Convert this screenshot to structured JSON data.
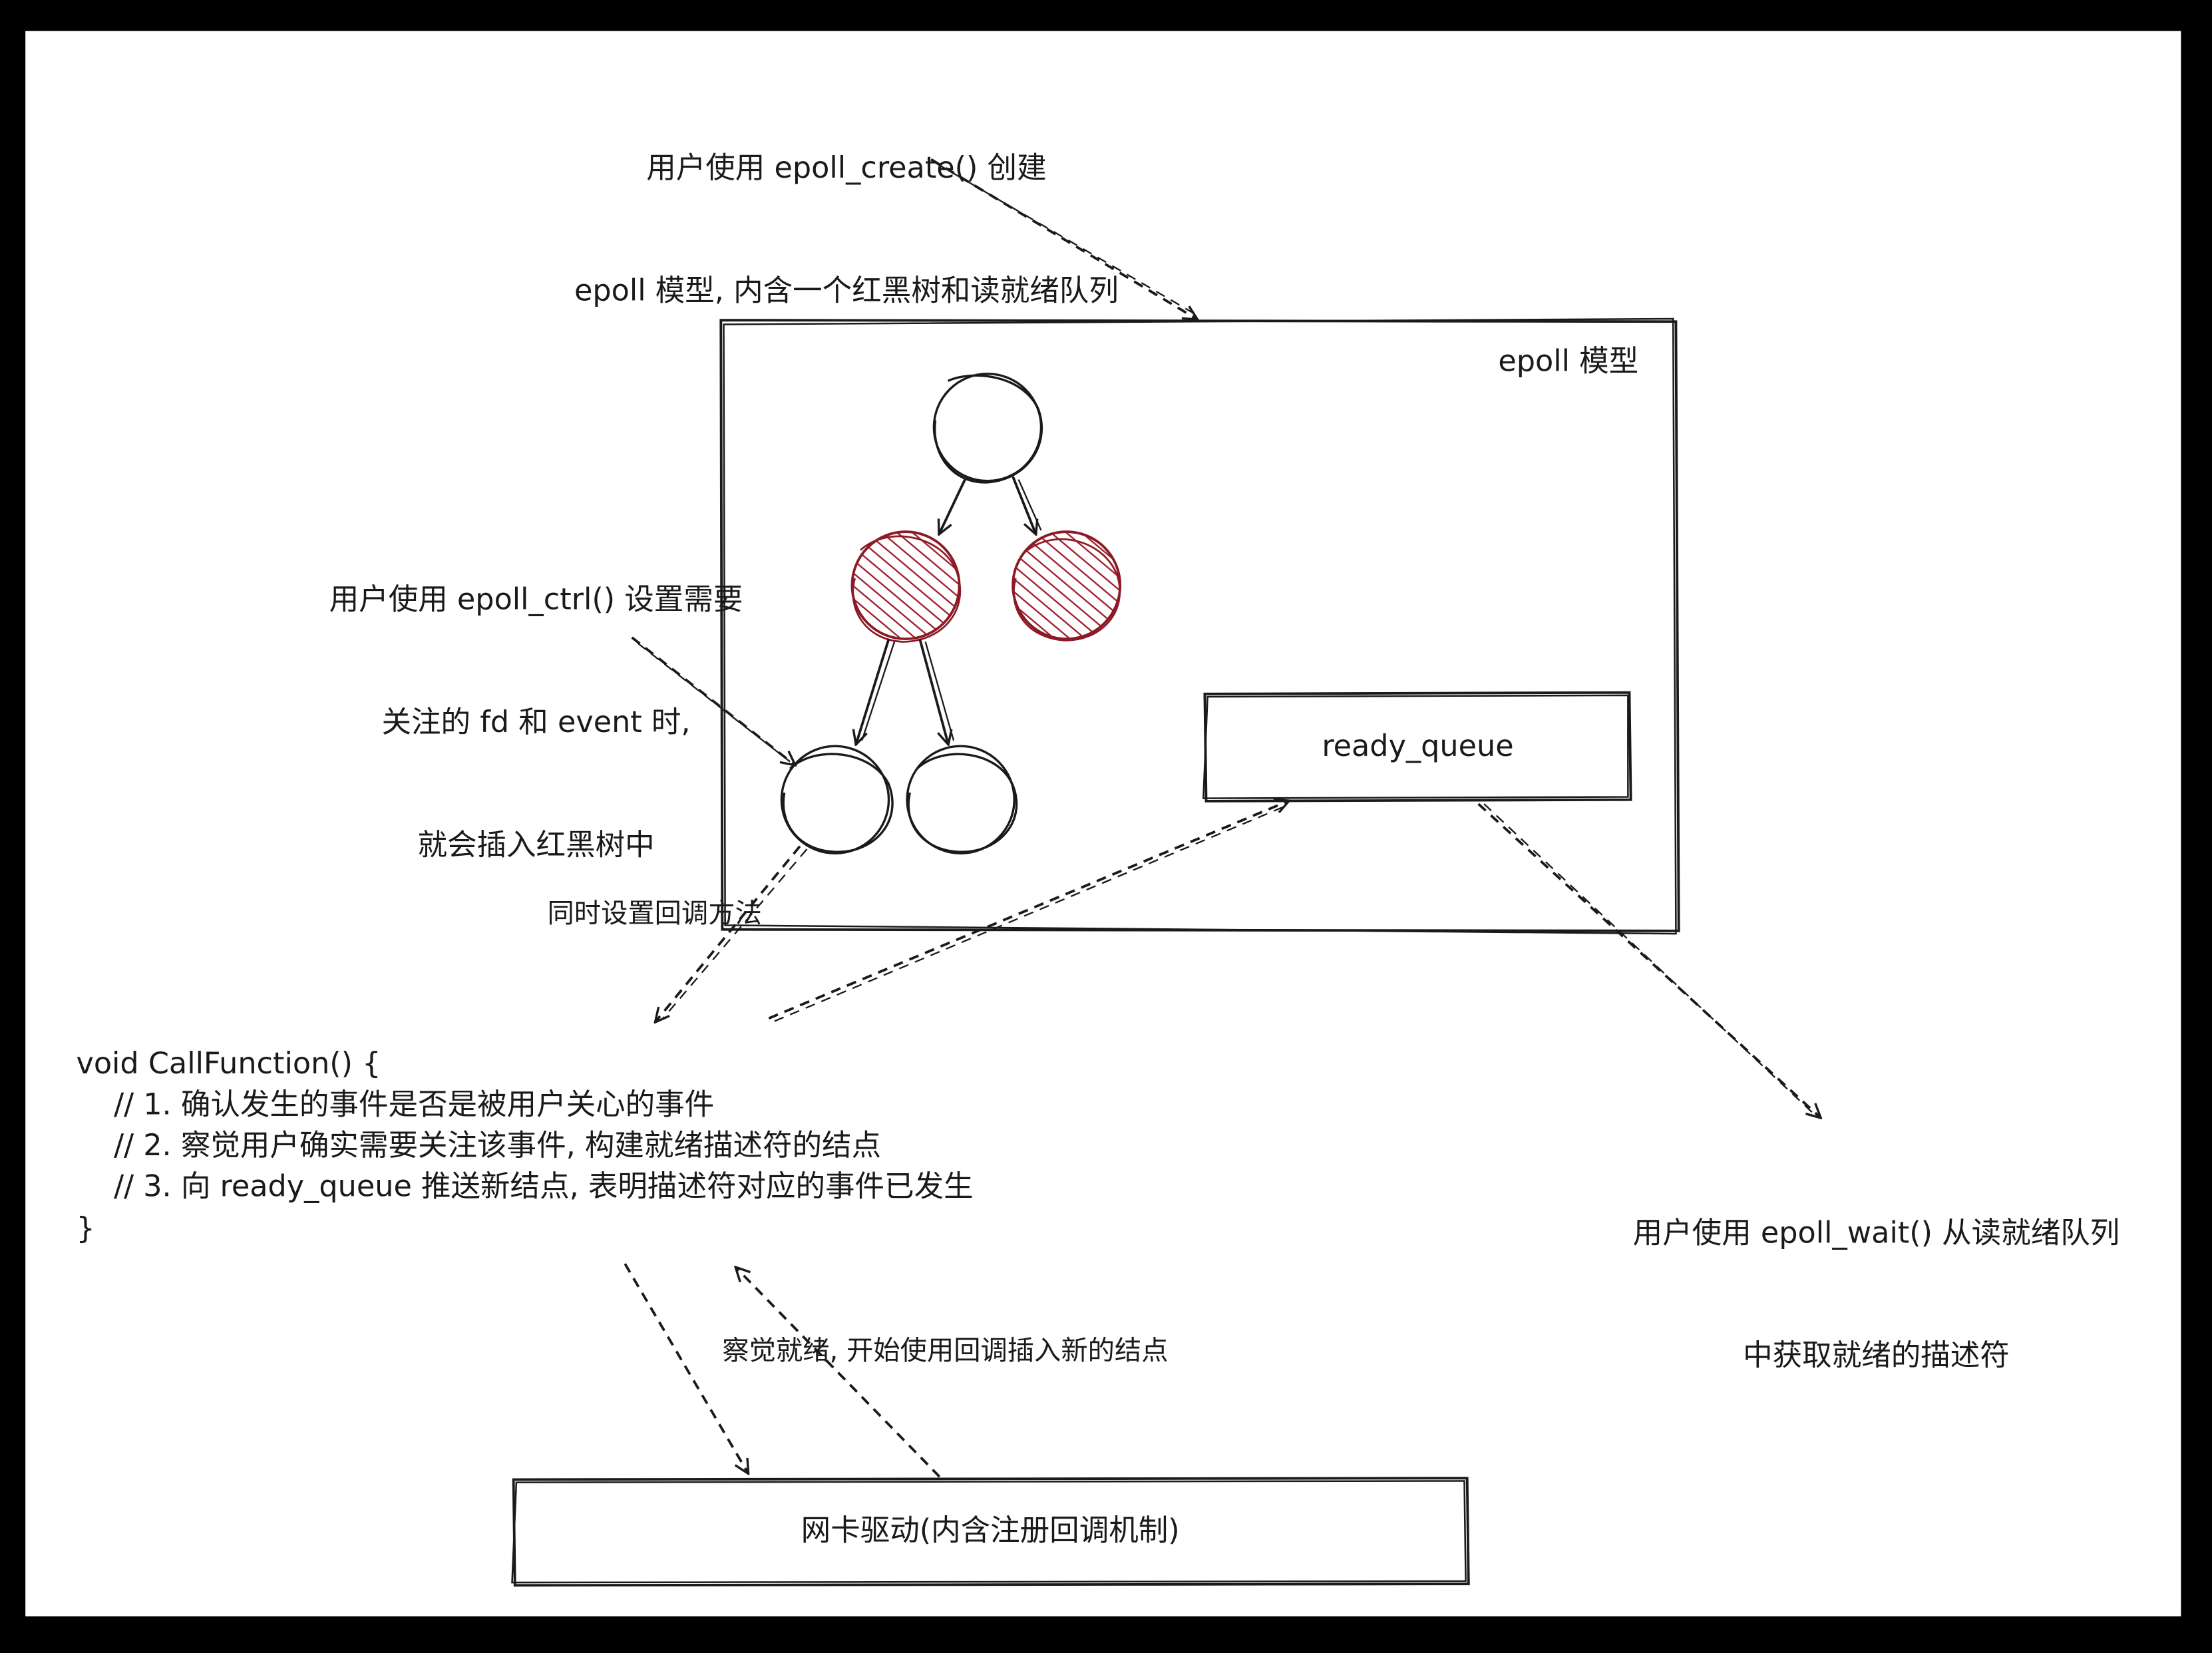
{
  "colors": {
    "background": "#000000",
    "paper": "#ffffff",
    "ink": "#1a1a1a",
    "red_node_fill": "#a01c2a",
    "red_node_stroke": "#8b1a26"
  },
  "annotations": {
    "epoll_create": [
      "用户使用 epoll_create() 创建",
      "epoll 模型, 内含一个红黑树和读就绪队列"
    ],
    "epoll_ctl": [
      "用户使用 epoll_ctrl() 设置需要",
      "关注的 fd 和 event 时,",
      "就会插入红黑树中"
    ],
    "callback_setup": "同时设置回调方法",
    "epoll_wait": [
      "用户使用 epoll_wait() 从读就绪队列",
      "中获取就绪的描述符"
    ],
    "driver_notify": "察觉就绪, 开始使用回调插入新的结点"
  },
  "epoll_model": {
    "label": "epoll 模型",
    "ready_queue_label": "ready_queue"
  },
  "callback_code": [
    "void CallFunction() {",
    "    // 1. 确认发生的事件是否是被用户关心的事件",
    "    // 2. 察觉用户确实需要关注该事件, 构建就绪描述符的结点",
    "    // 3. 向 ready_queue 推送新结点, 表明描述符对应的事件已发生",
    "}"
  ],
  "driver": {
    "label": "网卡驱动(内含注册回调机制)"
  }
}
